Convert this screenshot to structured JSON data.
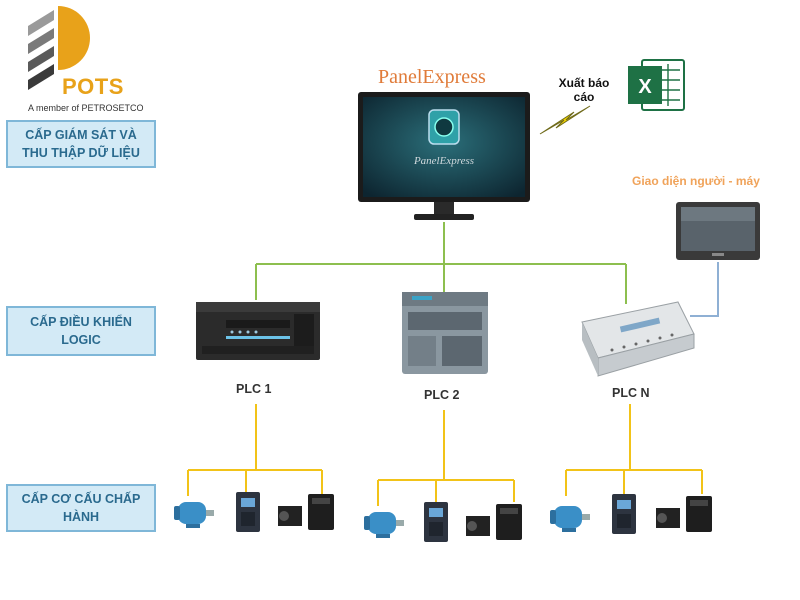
{
  "logo": {
    "brand": "POTS",
    "tagline": "A member of PETROSETCO"
  },
  "levels": [
    {
      "label": "CẤP GIÁM SÁT VÀ THU THẬP DỮ LIỆU"
    },
    {
      "label": "CẤP ĐIỀU KHIỂN LOGIC"
    },
    {
      "label": "CẤP CƠ CẤU CHẤP HÀNH"
    }
  ],
  "software": {
    "title": "PanelExpress",
    "screen_text": "PanelExpress"
  },
  "export": {
    "label": "Xuất báo cáo",
    "icon": "excel-icon",
    "icon_letter": "X"
  },
  "hmi": {
    "label": "Giao diện người - máy"
  },
  "plcs": [
    {
      "label": "PLC 1"
    },
    {
      "label": "PLC 2"
    },
    {
      "label": "PLC N"
    }
  ],
  "colors": {
    "network_line": "#8dbf4f",
    "field_line": "#f2c318",
    "hmi_line": "#8fb0d4",
    "level_fill": "#d3eaf6",
    "level_border": "#7fb7d8",
    "level_text": "#2a6a8e",
    "logo_accent": "#e8a21a"
  }
}
